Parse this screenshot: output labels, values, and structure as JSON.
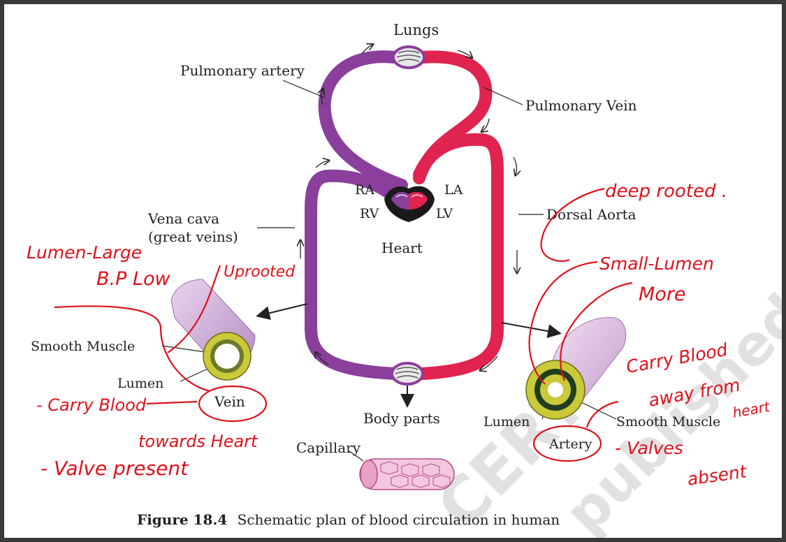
{
  "diagram": {
    "labels": {
      "lungs": "Lungs",
      "pulmonary_artery": "Pulmonary artery",
      "pulmonary_vein": "Pulmonary Vein",
      "ra": "RA",
      "la": "LA",
      "rv": "RV",
      "lv": "LV",
      "heart": "Heart",
      "vena_cava_line1": "Vena cava",
      "vena_cava_line2": "(great veins)",
      "dorsal_aorta": "Dorsal Aorta",
      "smooth_muscle_left": "Smooth Muscle",
      "lumen_left": "Lumen",
      "vein": "Vein",
      "body_parts": "Body parts",
      "lumen_right": "Lumen",
      "smooth_muscle_right": "Smooth Muscle",
      "artery": "Artery",
      "capillary": "Capillary"
    },
    "caption": {
      "figure_number": "Figure 18.4",
      "text": "Schematic plan of blood circulation in human"
    },
    "watermark": [
      "CERT",
      "published"
    ],
    "colors": {
      "deoxygenated": "#8a3f9c",
      "oxygenated": "#e0244f",
      "annotation": "#e0101a",
      "vessel_wall": "#b5b528"
    }
  },
  "annotations": {
    "lumen_large": "Lumen-Large",
    "bp_low": "B.P Low",
    "uprooted": "Uprooted",
    "carry_blood": "- Carry Blood",
    "towards_heart": "towards Heart",
    "valve_present": "- Valve present",
    "deep_rooted": "deep rooted .",
    "small_lumen": "Small-Lumen",
    "more": "More",
    "carry_blood_right": "Carry Blood",
    "away_from": "away from",
    "heart_word": "heart",
    "valves": "- Valves",
    "absent": "absent"
  }
}
